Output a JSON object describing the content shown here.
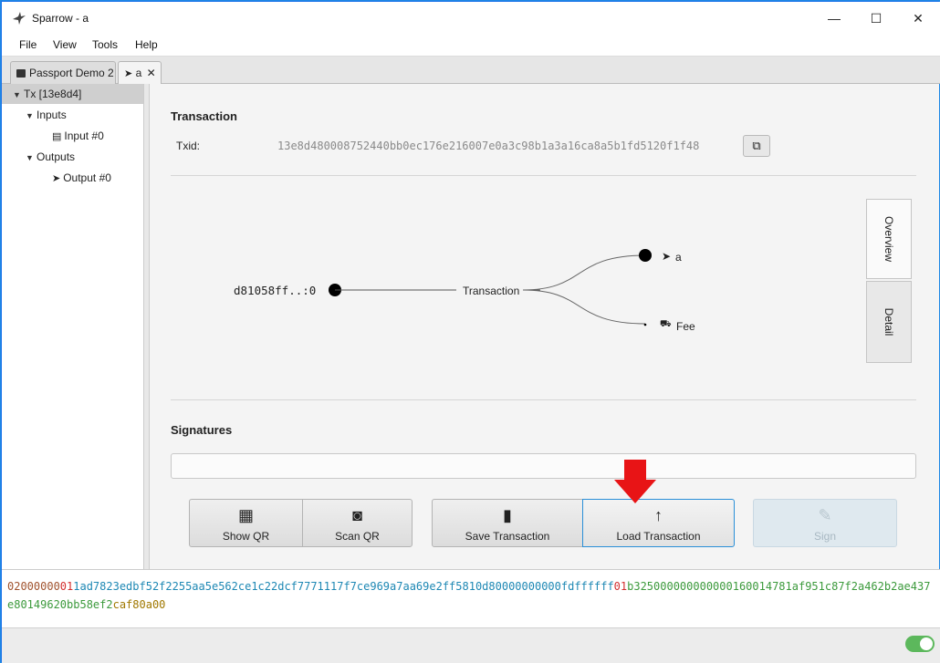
{
  "window": {
    "title": "Sparrow - a",
    "minimize": "—",
    "maximize": "☐",
    "close": "✕"
  },
  "menu": [
    "File",
    "View",
    "Tools",
    "Help"
  ],
  "tabs": [
    {
      "label": "Passport Demo 2",
      "icon": "wallet-icon"
    },
    {
      "label": "a",
      "icon": "send-icon",
      "close": "✕"
    }
  ],
  "tree": {
    "tx": "Tx [13e8d4]",
    "inputs": "Inputs",
    "input0": "Input #0",
    "outputs": "Outputs",
    "output0": "Output #0"
  },
  "transaction": {
    "heading": "Transaction",
    "txid_label": "Txid:",
    "txid": "13e8d480008752440bb0ec176e216007e0a3c98b1a3a16ca8a5b1fd5120f1f48"
  },
  "diagram": {
    "input": "d81058ff..:0",
    "center": "Transaction",
    "output_a": "a",
    "output_fee": "Fee"
  },
  "side_tabs": {
    "overview": "Overview",
    "detail": "Detail"
  },
  "signatures": {
    "heading": "Signatures"
  },
  "buttons": {
    "show_qr": "Show QR",
    "scan_qr": "Scan QR",
    "save_tx": "Save Transaction",
    "load_tx": "Load Transaction",
    "sign": "Sign"
  },
  "hex": {
    "version": "02000000",
    "input_count": "01",
    "input": "1ad7823edbf52f2255aa5e562ce1c22dcf7771117f7ce969a7aa69e2ff5810d80000000000fdffffff",
    "output_count": "01",
    "output": "b325000000000000160014781af951c87f2a462b2ae437e80149620bb58ef2",
    "locktime": "caf80a00"
  },
  "colors": {
    "hex_version": "#a0522d",
    "hex_count": "#d32f2f",
    "hex_input": "#1e88b4",
    "hex_output": "#3c9a3c",
    "hex_locktime": "#a07800",
    "arrow": "#e81416",
    "accent": "#2a8fd8"
  }
}
